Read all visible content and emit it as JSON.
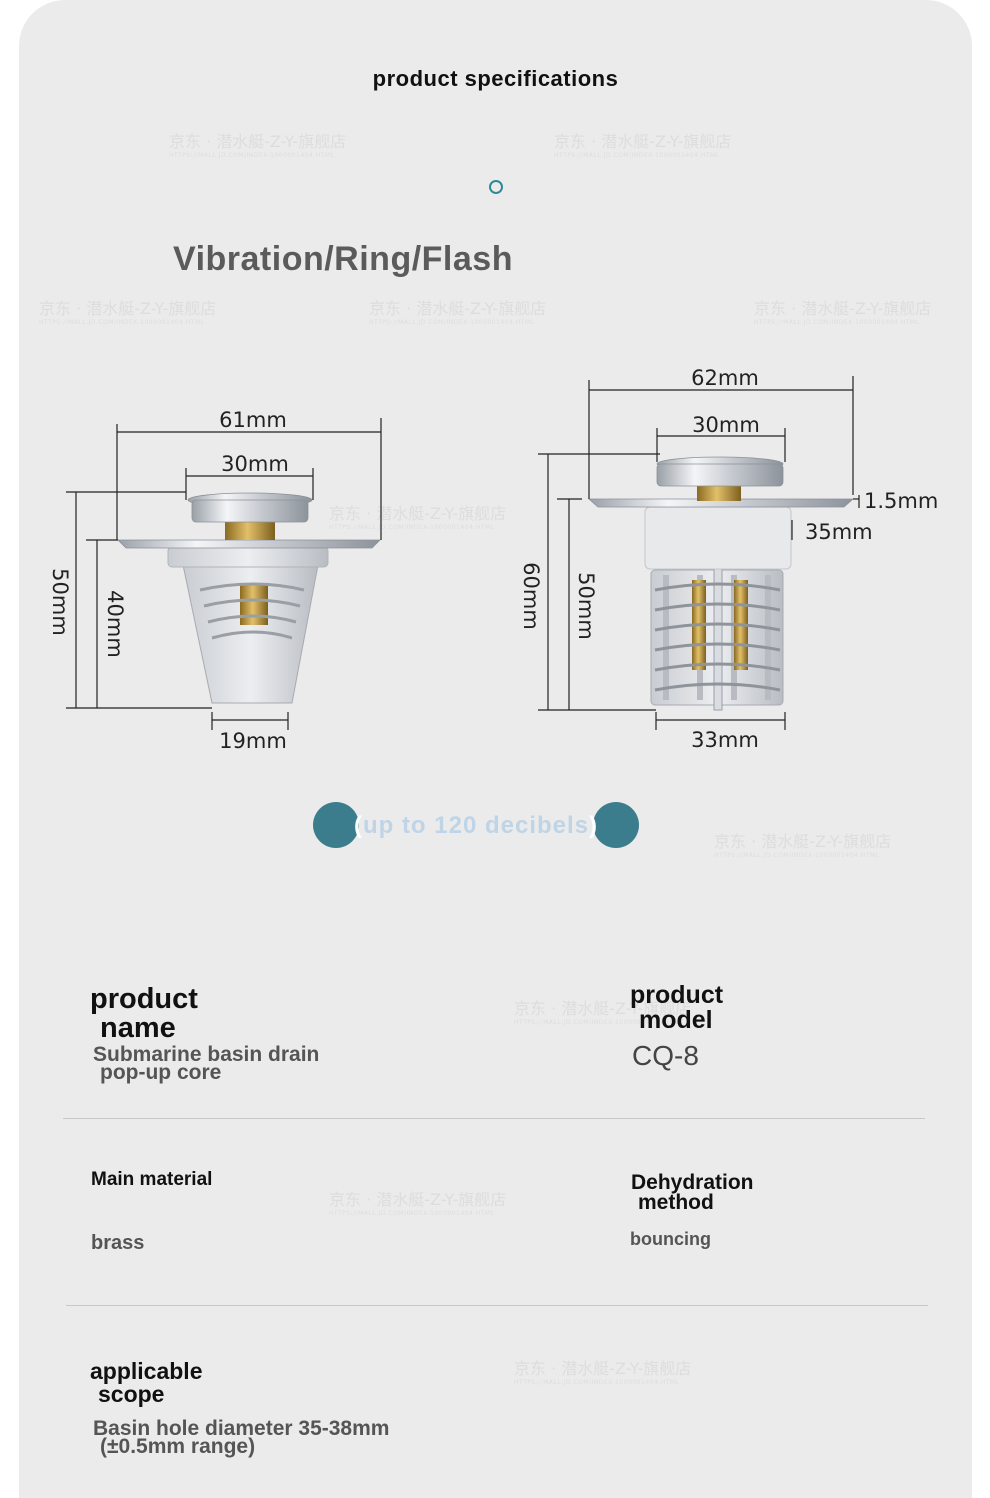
{
  "page_title": "product specifications",
  "feature_heading": "Vibration/Ring/Flash",
  "left_diagram": {
    "outer_width": "61mm",
    "cap_width": "30mm",
    "total_height": "50mm",
    "body_height": "40mm",
    "bottom_width": "19mm"
  },
  "right_diagram": {
    "outer_width": "62mm",
    "cap_width": "30mm",
    "flange_thickness": "1.5mm",
    "collar_width": "35mm",
    "total_height": "60mm",
    "body_height": "50mm",
    "bottom_width": "33mm"
  },
  "banner": {
    "open": "(",
    "text": "up to 120 decibels",
    "close": ")"
  },
  "specs": {
    "product_name_label_1": "product",
    "product_name_label_2": "name",
    "product_name_value_1": "Submarine basin drain",
    "product_name_value_2": "pop-up core",
    "product_model_label_1": "product",
    "product_model_label_2": "model",
    "product_model_value": "CQ-8",
    "material_label": "Main material",
    "material_value": "brass",
    "dehydration_label_1": "Dehydration",
    "dehydration_label_2": "method",
    "dehydration_value": "bouncing",
    "scope_label_1": "applicable",
    "scope_label_2": "scope",
    "scope_value_1": "Basin hole diameter 35-38mm",
    "scope_value_2": "(±0.5mm range)"
  },
  "watermark": {
    "text": "京东 · 潜水艇-Z-Y-旗舰店",
    "url": "HTTPS://MALL.JD.COM/INDEX-1000001404.HTML"
  },
  "colors": {
    "background": "#ebebeb",
    "accent_teal": "#3b7d8c",
    "brass": "#c8a24a",
    "chrome": "#d8dbe0"
  }
}
